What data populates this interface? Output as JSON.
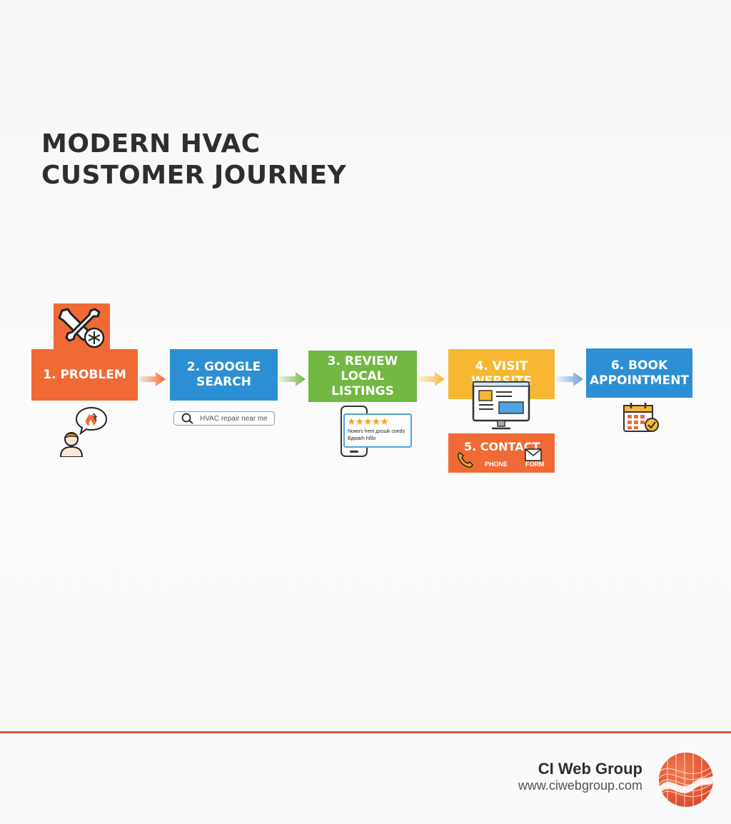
{
  "title": {
    "line1": "MODERN HVAC",
    "line2": "CUSTOMER JOURNEY"
  },
  "steps": [
    {
      "line1": "1. PROBLEM",
      "line2": "",
      "color": "#f06a35"
    },
    {
      "line1": "2. GOOGLE",
      "line2": "SEARCH",
      "color": "#2d8fd3"
    },
    {
      "line1": "3. REVIEW",
      "line2": "LOCAL LISTINGS",
      "color": "#72b843"
    },
    {
      "line1": "4. VISIT WEBSITE",
      "line2": "",
      "color": "#f7b733"
    },
    {
      "line1": "6. BOOK",
      "line2": "APPOINTMENT",
      "color": "#2d8fd3"
    }
  ],
  "search": {
    "query": "HVAC repair near me",
    "icon": "search-icon"
  },
  "listing": {
    "stars": "★★★★★",
    "text_line1": "Nокers heet дxsшk coeds",
    "text_line2": "Bдwarh hбlo"
  },
  "contact": {
    "title": "5. CONTACT",
    "phone_label": "PHONE",
    "form_label": "FORM",
    "color": "#f06a35"
  },
  "icons": {
    "problem": "wrench-snowflake-icon",
    "person": "person-icon",
    "speech": "fire-speech-bubble-icon",
    "phone": "smartphone-icon",
    "monitor": "monitor-icon",
    "calendar": "calendar-check-icon"
  },
  "footer": {
    "brand": "CI Web Group",
    "url": "www.ciwebgroup.com",
    "accent": "#e0553a"
  }
}
